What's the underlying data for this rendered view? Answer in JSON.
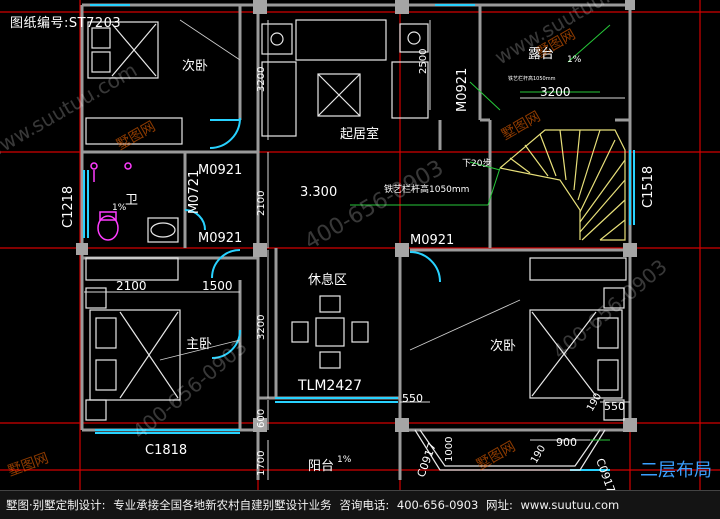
{
  "drawing_code": "图纸编号:ST7203",
  "layout_title": "二层布局",
  "rooms": {
    "bedroom_tl": "次卧",
    "living": "起居室",
    "terrace": "露台",
    "bathroom": "卫",
    "lounge": "休息区",
    "master": "主卧",
    "bedroom_r": "次卧",
    "balcony": "阳台"
  },
  "slopes": {
    "terrace": "1%",
    "bathroom": "1%",
    "balcony": "1%"
  },
  "doors": {
    "m0921_a": "M0921",
    "m0921_b": "M0921",
    "m0921_c": "M0921",
    "m0921_d": "M0921",
    "m0721": "M0721",
    "tlm": "TLM2427"
  },
  "windows": {
    "c1218": "C1218",
    "c1518": "C1518",
    "c1818": "C1818",
    "c0917_l": "C0917",
    "c0917_r": "C0917"
  },
  "dims": {
    "d3200_a": "3200",
    "d2500": "2500",
    "d3200_b": "3200",
    "d2100_a": "2100",
    "d2100_b": "2100",
    "d1500": "1500",
    "d3200_c": "3200",
    "d600": "600",
    "d1700": "1700",
    "d550_a": "550",
    "d550_b": "550",
    "d900": "900",
    "d190_a": "190",
    "d190_b": "190",
    "d1000": "1000",
    "d3300": "3.300"
  },
  "notes": {
    "railing": "铁艺栏杆高1050mm",
    "stair_down": "下20步",
    "rail_small": "铁艺栏杆高1050mm"
  },
  "footer": {
    "brand": "墅图·别墅定制设计:",
    "service": "专业承接全国各地新农村自建别墅设计业务",
    "phone_label": "咨询电话:",
    "phone": "400-656-0903",
    "site_label": "网址:",
    "site": "www.suutuu.com"
  },
  "watermarks": {
    "phone": "400-656-0903",
    "site": "www.suutuu.com",
    "logo": "墅图网"
  },
  "colors": {
    "background": "#000000",
    "wall": "#9a9a9a",
    "axis": "#d10000",
    "cyan": "#28d2ff",
    "yellow": "#e8e07a",
    "green": "#27c93a",
    "magenta": "#ff3cff",
    "text": "#ffffff",
    "blue_label": "#3aa0ff"
  }
}
